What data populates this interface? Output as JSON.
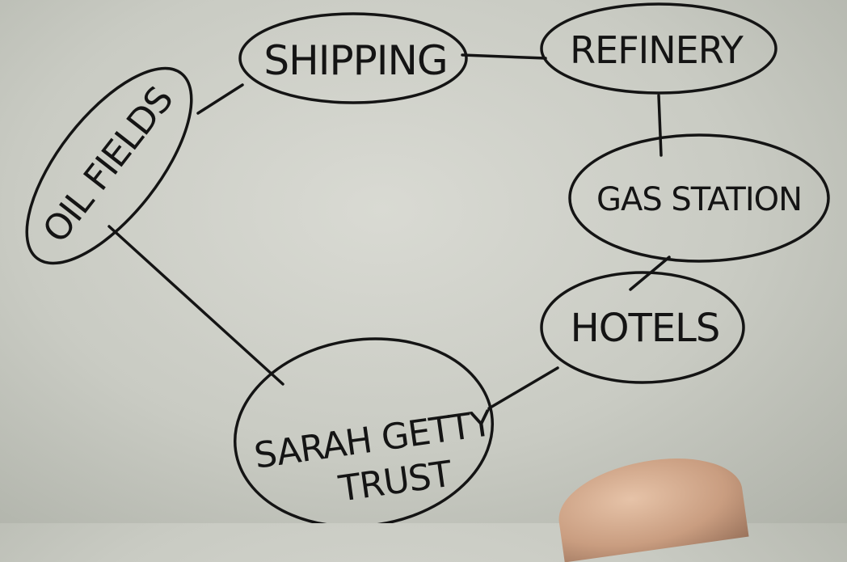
{
  "diagram": {
    "nodes": [
      {
        "id": "oil",
        "label": "OIL FIELDS"
      },
      {
        "id": "ship",
        "label": "SHIPPING"
      },
      {
        "id": "ref",
        "label": "REFINERY"
      },
      {
        "id": "gas",
        "label": "GAS STATION"
      },
      {
        "id": "hotel",
        "label": "HOTELS"
      },
      {
        "id": "trust",
        "label": "SARAH GETTY",
        "label2": "TRUST"
      }
    ],
    "edges": [
      [
        "oil",
        "ship"
      ],
      [
        "ship",
        "ref"
      ],
      [
        "ref",
        "gas"
      ],
      [
        "gas",
        "hotel"
      ],
      [
        "hotel",
        "trust"
      ],
      [
        "oil",
        "trust"
      ]
    ],
    "ink_color": "#141414"
  }
}
